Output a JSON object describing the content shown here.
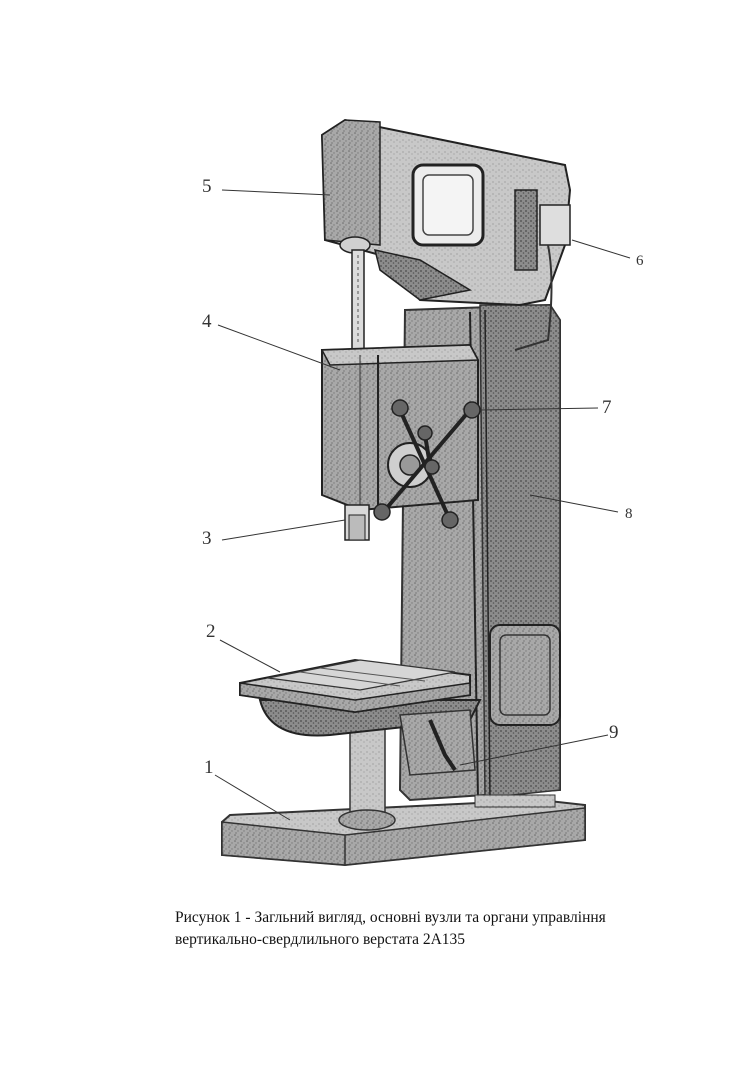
{
  "figure": {
    "callouts": [
      {
        "id": "1",
        "label": "1"
      },
      {
        "id": "2",
        "label": "2"
      },
      {
        "id": "3",
        "label": "3"
      },
      {
        "id": "4",
        "label": "4"
      },
      {
        "id": "5",
        "label": "5"
      },
      {
        "id": "6",
        "label": "6"
      },
      {
        "id": "7",
        "label": "7"
      },
      {
        "id": "8",
        "label": "8"
      },
      {
        "id": "9",
        "label": "9"
      }
    ]
  },
  "caption": {
    "line1": "Рисунок 1 - Загльний вигляд, основні вузли та органи управління",
    "line2": "вертикально-свердлильного верстата 2А135"
  },
  "colors": {
    "ink": "#3a3a3a",
    "body": "#8a8a8a",
    "light": "#bdbdbd",
    "dark": "#555555"
  }
}
